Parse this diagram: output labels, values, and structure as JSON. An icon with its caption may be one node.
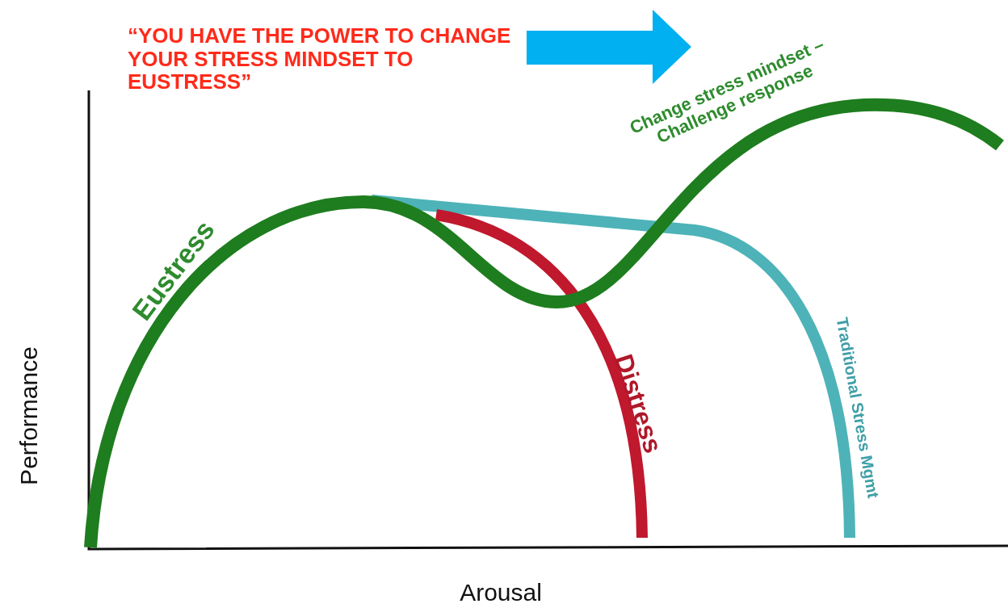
{
  "diagram": {
    "labels": [
      "“YOU HAVE THE POWER TO CHANGE YOUR STRESS MINDSET TO EUSTRESS”",
      "Change stress mindset – Challenge response",
      "Eustress",
      "Traditional Stress Mgmt",
      "Distress",
      "Performance",
      "Arousal"
    ]
  }
}
